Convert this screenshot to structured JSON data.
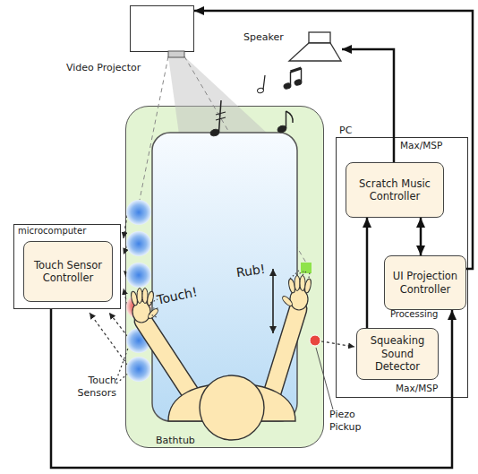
{
  "diagram": {
    "nodes": [
      {
        "text": [
          "Video Projector"
        ]
      },
      {
        "text": [
          "Speaker"
        ]
      },
      {
        "text": [
          "Bathtub"
        ]
      },
      {
        "text": [
          "microcomputer"
        ]
      },
      {
        "text": [
          "Touch Sensor Controller"
        ],
        "in": 3
      },
      {
        "text": [
          "PC"
        ]
      },
      {
        "text": [
          "Scratch Music Controller"
        ],
        "in": 5
      },
      {
        "text": [
          "UI Projection Controller"
        ],
        "in": 5
      },
      {
        "text": [
          "Squeaking Sound Detector"
        ],
        "in": 5
      }
    ],
    "edges": [
      {
        "from": 6,
        "to": 1,
        "arrow": "to"
      },
      {
        "from": 6,
        "to": 7,
        "arrow": "both"
      },
      {
        "from": 8,
        "to": 6,
        "arrow": "to"
      },
      {
        "from": 7,
        "to": 0,
        "arrow": "to"
      },
      {
        "from": 3,
        "to": 7,
        "arrow": "to"
      }
    ],
    "labels": [
      "Touch!",
      "Rub!",
      "Touch Sensors",
      "Piezo Pickup",
      "Max/MSP",
      "Processing",
      "Max/MSP"
    ]
  }
}
